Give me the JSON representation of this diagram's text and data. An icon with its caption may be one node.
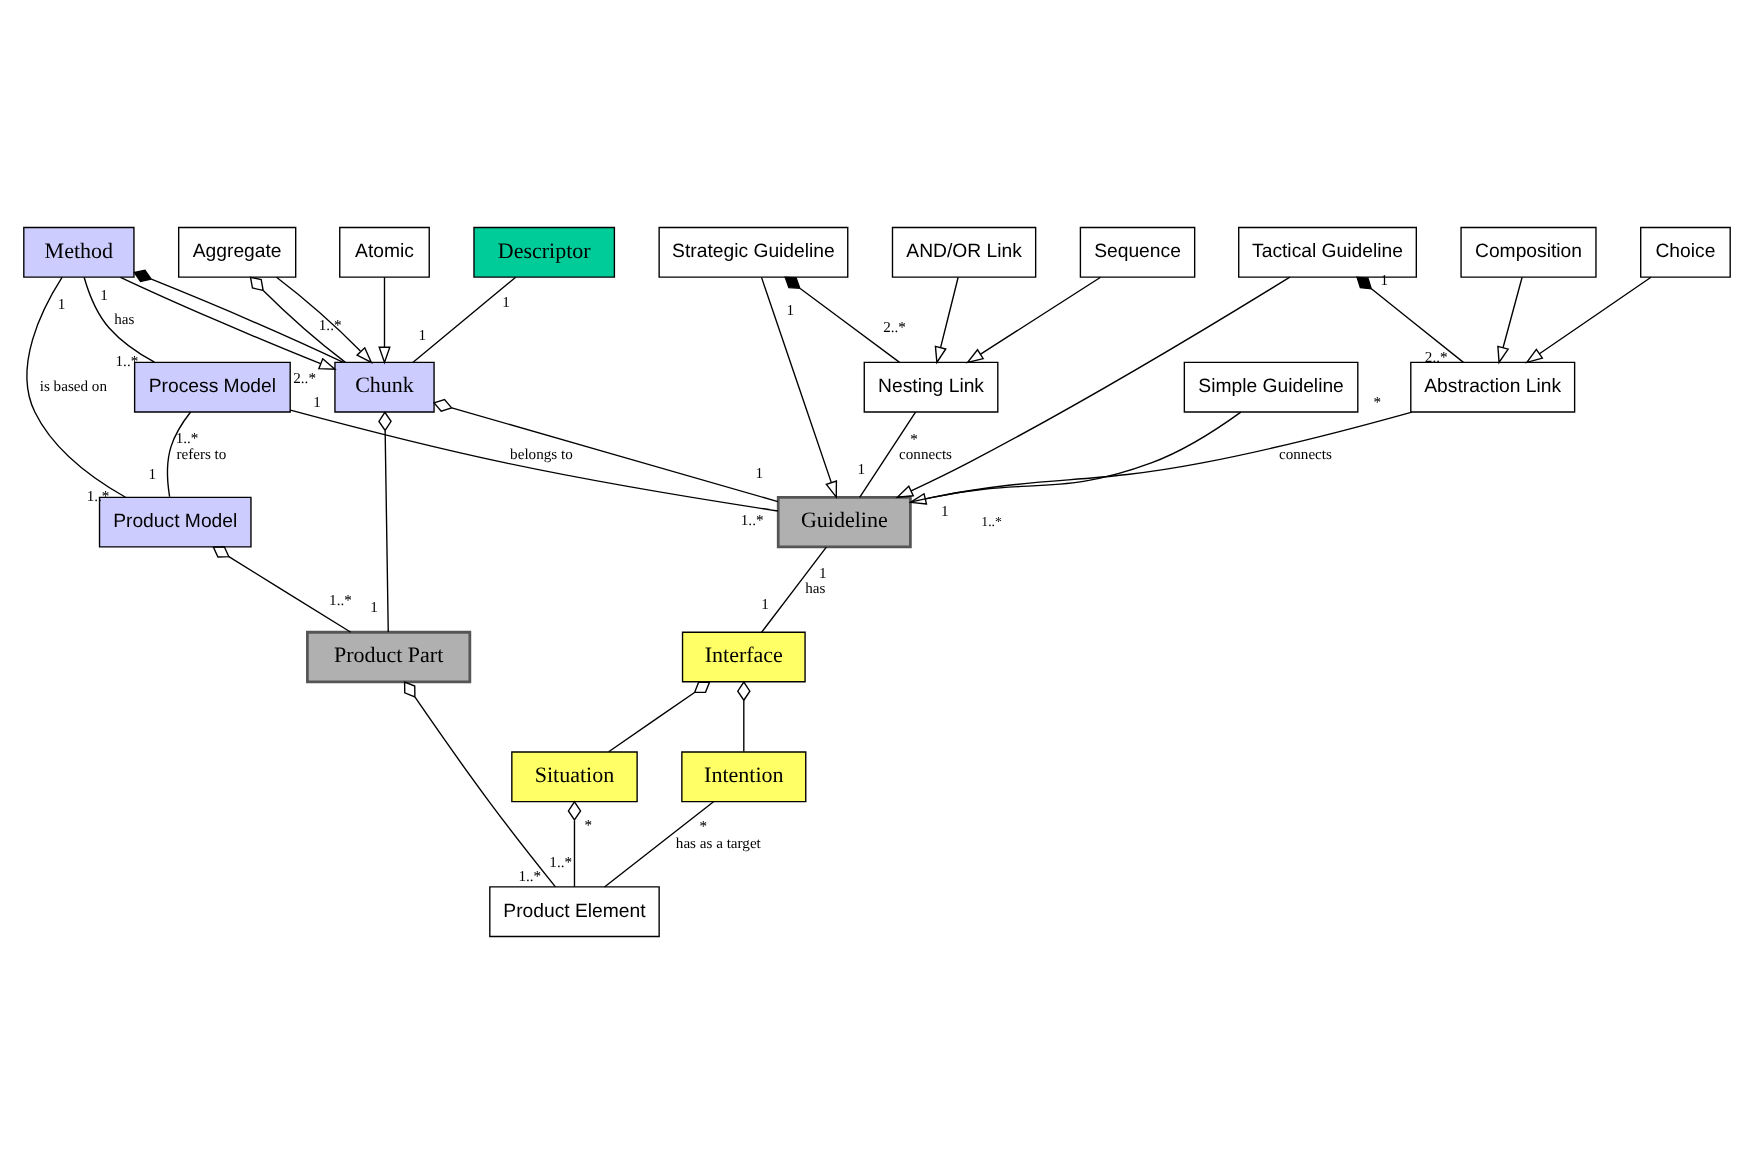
{
  "diagram": {
    "nodes": [
      {
        "text": [
          "Process Model"
        ]
      },
      {
        "text": [
          "Composition"
        ]
      },
      {
        "text": [
          "Choice"
        ]
      },
      {
        "text": [
          "Abstraction Link"
        ]
      },
      {
        "text": [
          "Strategic Guideline"
        ]
      },
      {
        "text": [
          "Tactical Guideline"
        ]
      },
      {
        "text": [
          "Simple Guideline"
        ]
      },
      {
        "text": [
          "Sequence"
        ]
      },
      {
        "text": [
          "AND/OR Link"
        ]
      },
      {
        "text": [
          "Nesting Link"
        ]
      },
      {
        "text": [
          "Guideline"
        ]
      },
      {
        "text": [
          "Interface"
        ]
      },
      {
        "text": [
          "Situation"
        ]
      },
      {
        "text": [
          "Intention"
        ]
      },
      {
        "text": [
          "Descriptor"
        ]
      },
      {
        "text": [
          "Method"
        ]
      },
      {
        "text": [
          "Chunk"
        ]
      },
      {
        "text": [
          "Product Part"
        ]
      },
      {
        "text": [
          "Product Element"
        ]
      },
      {
        "text": [
          "Aggregate"
        ]
      },
      {
        "text": [
          "Atomic"
        ]
      },
      {
        "text": [
          "Product Model"
        ]
      }
    ],
    "edges": [
      {
        "from": 15,
        "to": 0,
        "arrow": "none",
        "label": "has"
      },
      {
        "from": 0,
        "to": 21,
        "arrow": "none",
        "label": "refers to"
      },
      {
        "from": 0,
        "to": 10,
        "arrow": "none",
        "label": "belongs to"
      },
      {
        "from": 1,
        "to": 3,
        "arrow": "to"
      },
      {
        "from": 2,
        "to": 3,
        "arrow": "to"
      },
      {
        "from": 5,
        "to": 3,
        "arrow": "other"
      },
      {
        "from": 3,
        "to": 10,
        "arrow": "none",
        "label": "connects"
      },
      {
        "from": 4,
        "to": 9,
        "arrow": "other"
      },
      {
        "from": 7,
        "to": 9,
        "arrow": "to"
      },
      {
        "from": 8,
        "to": 9,
        "arrow": "to"
      },
      {
        "from": 9,
        "to": 10,
        "arrow": "none",
        "label": "connects"
      },
      {
        "from": 4,
        "to": 10,
        "arrow": "to"
      },
      {
        "from": 5,
        "to": 10,
        "arrow": "to"
      },
      {
        "from": 6,
        "to": 10,
        "arrow": "to"
      },
      {
        "from": 10,
        "to": 11,
        "arrow": "none",
        "label": "has"
      },
      {
        "from": 11,
        "to": 12,
        "arrow": "other"
      },
      {
        "from": 11,
        "to": 13,
        "arrow": "other"
      },
      {
        "from": 12,
        "to": 18,
        "arrow": "other"
      },
      {
        "from": 13,
        "to": 18,
        "arrow": "none",
        "label": "has as a target"
      },
      {
        "from": 16,
        "to": 10,
        "arrow": "other"
      },
      {
        "from": 16,
        "to": 17,
        "arrow": "other"
      },
      {
        "from": 14,
        "to": 16,
        "arrow": "none"
      },
      {
        "from": 15,
        "to": 16,
        "arrow": "to"
      },
      {
        "from": 15,
        "to": 16,
        "arrow": "other"
      },
      {
        "from": 19,
        "to": 16,
        "arrow": "other"
      },
      {
        "from": 19,
        "to": 16,
        "arrow": "to"
      },
      {
        "from": 20,
        "to": 16,
        "arrow": "to"
      },
      {
        "from": 17,
        "to": 18,
        "arrow": "other"
      },
      {
        "from": 21,
        "to": 17,
        "arrow": "other"
      },
      {
        "from": 15,
        "to": 21,
        "arrow": "none",
        "label": "is based on"
      }
    ],
    "labels": [
      "1..*",
      "1..*",
      "*",
      "2..*",
      "1",
      "1",
      "1",
      "2..*",
      "1..*",
      "*",
      "*",
      "1",
      "1",
      "1",
      "1",
      "1..*",
      "1",
      "1",
      "1",
      "*",
      "1",
      "1..*",
      "1..*",
      "2..*",
      "1",
      "1..*",
      "1",
      "1..*",
      "1",
      "1..*"
    ]
  }
}
